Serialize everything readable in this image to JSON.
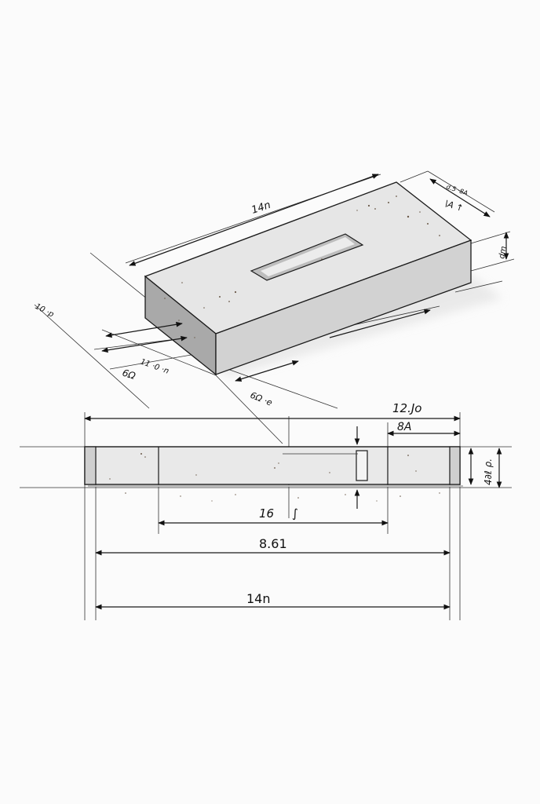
{
  "colors": {
    "background": "#fbfbfb",
    "ink": "#1a1a1a",
    "block_top": "#e6e6e6",
    "block_front": "#d2d2d2",
    "block_side": "#a9a9a9",
    "slot": "#bdbdbd",
    "elevation_fill": "#e9e9e9",
    "speckle": "#6b5a4a"
  },
  "iso_labels": {
    "top_length": "14n",
    "right_small": "d.5 ·8A",
    "right_small2": "\\A ↑",
    "right_height": "dm",
    "left_far": "10 ·p",
    "left_mid": "11 ·0 ·n",
    "left_low": "6Ω",
    "bottom_front": "6Ω ·e"
  },
  "elevation_labels": {
    "top_overall": "12.Jo",
    "top_inner": "8A",
    "right_height": "4∂ℓ ρ.",
    "inner_span": "16",
    "inner_mark": "∫",
    "mid_span": "8.61",
    "overall": "14n"
  }
}
